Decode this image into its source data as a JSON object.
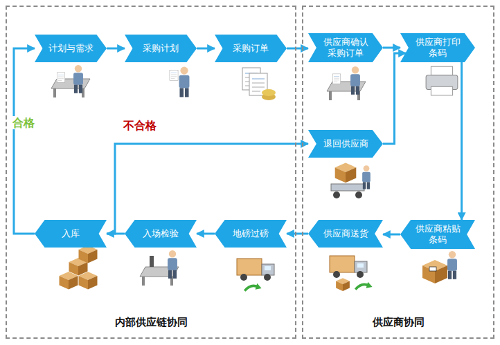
{
  "diagram": {
    "nodes": [
      {
        "text": [
          "内部供应链协同"
        ]
      },
      {
        "text": [
          "计划与需求"
        ],
        "in": 0
      },
      {
        "text": [
          "采购计划"
        ],
        "in": 0
      },
      {
        "text": [
          "采购订单"
        ],
        "in": 0
      },
      {
        "text": [
          "供应商协同"
        ]
      },
      {
        "text": [
          "供应商确认 采购订单"
        ],
        "in": 4
      },
      {
        "text": [
          "供应商打印 条码"
        ],
        "in": 4
      },
      {
        "text": [
          "退回供应商"
        ],
        "in": 4
      },
      {
        "text": [
          "入库"
        ],
        "in": 0
      },
      {
        "text": [
          "入场检验"
        ],
        "in": 0
      },
      {
        "text": [
          "地磅过磅"
        ],
        "in": 0
      },
      {
        "text": [
          "供应商送货"
        ],
        "in": 4
      },
      {
        "text": [
          "供应商粘贴 条码"
        ],
        "in": 4
      }
    ],
    "edges": [
      {
        "from": 1,
        "to": 2,
        "arrow": "to"
      },
      {
        "from": 2,
        "to": 3,
        "arrow": "to"
      },
      {
        "from": 3,
        "to": 5,
        "arrow": "to"
      },
      {
        "from": 5,
        "to": 6,
        "arrow": "to"
      },
      {
        "from": 6,
        "to": 12,
        "arrow": "to"
      },
      {
        "from": 12,
        "to": 11,
        "arrow": "to"
      },
      {
        "from": 11,
        "to": 10,
        "arrow": "to"
      },
      {
        "from": 10,
        "to": 9,
        "arrow": "to"
      },
      {
        "from": 9,
        "to": 8,
        "arrow": "to"
      },
      {
        "from": 8,
        "to": 1,
        "label": "合格",
        "arrow": "to"
      },
      {
        "from": 8,
        "to": 7,
        "label": "不合格",
        "arrow": "to"
      },
      {
        "from": 7,
        "to": 6,
        "arrow": "to"
      }
    ]
  }
}
